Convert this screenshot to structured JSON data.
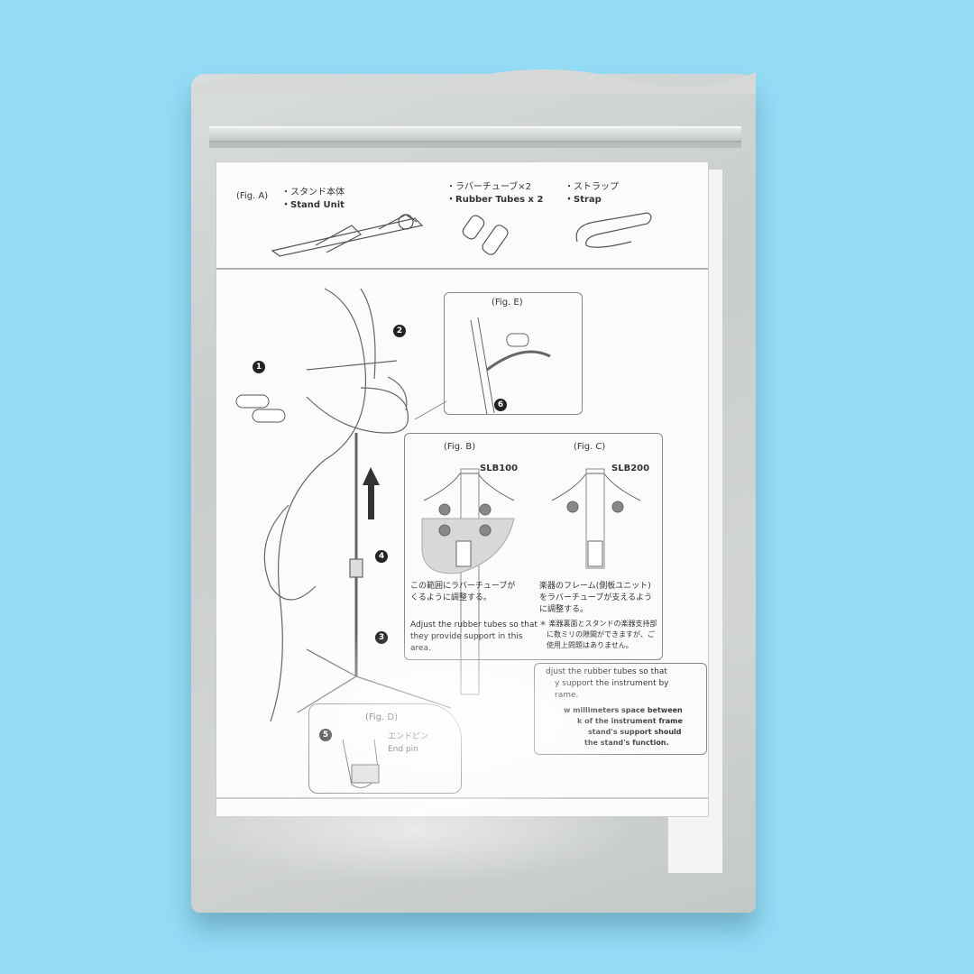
{
  "figA": {
    "label": "(Fig. A)",
    "stand_jp": "・スタンド本体",
    "stand_en": "・Stand Unit",
    "tubes_jp": "・ラバーチューブ×2",
    "tubes_en": "・Rubber Tubes x 2",
    "strap_jp": "・ストラップ",
    "strap_en": "・Strap"
  },
  "callouts": [
    "1",
    "2",
    "3",
    "4",
    "5",
    "6"
  ],
  "figE": {
    "label": "(Fig. E)"
  },
  "figB": {
    "label": "(Fig. B)",
    "model": "SLB100",
    "jp_line1": "この範囲にラバーチューブが",
    "jp_line2": "くるように調整する。",
    "en_line1": "Adjust the rubber tubes so that",
    "en_line2": "they provide support in this",
    "en_line3": "area."
  },
  "figC": {
    "label": "(Fig. C)",
    "model": "SLB200",
    "jp_line1": "楽器のフレーム(側板ユニット)",
    "jp_line2": "をラバーチューブが支えるよう",
    "jp_line3": "に調整する。",
    "note_line1": "＊ 楽器裏面とスタンドの楽器支持部",
    "note_line2": "に数ミリの隙間ができますが、ご",
    "note_line3": "使用上問題はありません。",
    "en_line1": "djust the rubber tubes so that",
    "en_line2": "y support the instrument by",
    "en_line3": "rame.",
    "en_line4": "w millimeters space between",
    "en_line5": "k of the instrument frame",
    "en_line6": "stand's support should",
    "en_line7": "the stand's function."
  },
  "figD": {
    "label": "(Fig. D)",
    "jp": "エンドピン",
    "en": "End pin"
  },
  "colors": {
    "background": "#95dcf5",
    "bag": "#d2d5d4",
    "sheet": "#fbfbfb",
    "ink": "#333333"
  }
}
